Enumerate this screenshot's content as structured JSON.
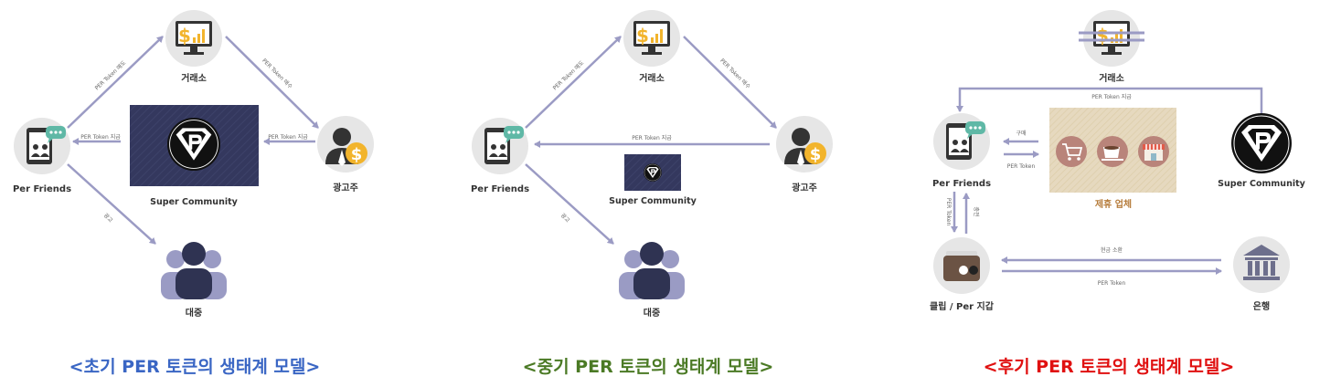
{
  "colors": {
    "arrow": "#9b9bc4",
    "circle": "#e6e6e6",
    "dark": "#333333",
    "gold": "#f2b42c",
    "community_bg": "#34385e",
    "people_front": "#2f3352",
    "people_back": "#9a9bc4",
    "partner_bg": "#e6d9bf",
    "partner_circle": "#b9847a",
    "wallet": "#6b5344",
    "caption1": "#3a66c4",
    "caption2": "#4b7a25",
    "caption3": "#e01010"
  },
  "diagram1": {
    "exchange": "거래소",
    "per_friends": "Per Friends",
    "advertiser": "광고주",
    "community": "Super Community",
    "public": "대중",
    "edge_sell": "PER Token 매도",
    "edge_buy": "PER Token 매수",
    "edge_pay_left": "PER Token 지급",
    "edge_pay_right": "PER Token 지급",
    "edge_ad": "광고",
    "caption": "<초기 PER 토큰의 생태계 모델>"
  },
  "diagram2": {
    "exchange": "거래소",
    "per_friends": "Per Friends",
    "advertiser": "광고주",
    "community": "Super Community",
    "public": "대중",
    "edge_sell": "PER Token 매도",
    "edge_buy": "PER Token 매수",
    "edge_pay": "PER Token 지급",
    "edge_ad": "광고",
    "caption": "<중기 PER 토큰의 생태계 모델>"
  },
  "diagram3": {
    "exchange": "거래소",
    "per_friends": "Per Friends",
    "community": "Super Community",
    "partner": "제휴 업체",
    "wallet": "클립 / Per 지갑",
    "bank": "은행",
    "edge_pay_top": "PER Token 지급",
    "edge_purchase": "구매",
    "edge_token": "PER Token",
    "edge_vertical_left": "PER Token",
    "edge_vertical_right": "충전",
    "edge_cash": "현금 소환",
    "edge_bank_token": "PER Token",
    "caption": "<후기 PER 토큰의 생태계 모델>"
  }
}
